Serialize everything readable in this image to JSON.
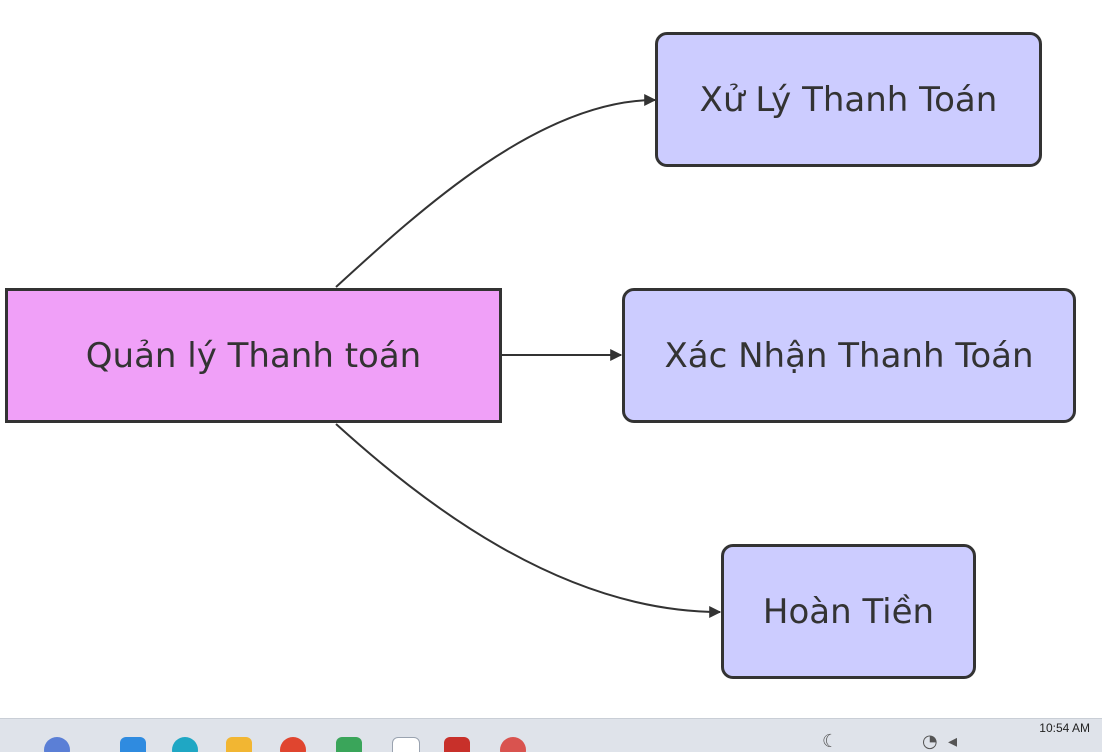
{
  "diagram": {
    "root": {
      "label": "Quản lý Thanh toán",
      "fill": "#f0a0f8"
    },
    "children": [
      {
        "label": "Xử Lý Thanh Toán",
        "fill": "#ccccff"
      },
      {
        "label": "Xác Nhận Thanh Toán",
        "fill": "#ccccff"
      },
      {
        "label": "Hoàn Tiền",
        "fill": "#ccccff"
      }
    ],
    "stroke_color": "#333333"
  },
  "taskbar": {
    "clock_time": "10:54 AM",
    "icons": [
      "search-icon",
      "widgets-icon",
      "edge-browser-icon",
      "file-explorer-icon",
      "chrome-icon",
      "app-icon",
      "notepad-icon",
      "media-icon",
      "profile-icon"
    ],
    "tray_icons": [
      "weather-icon",
      "wifi-icon",
      "volume-icon"
    ]
  }
}
